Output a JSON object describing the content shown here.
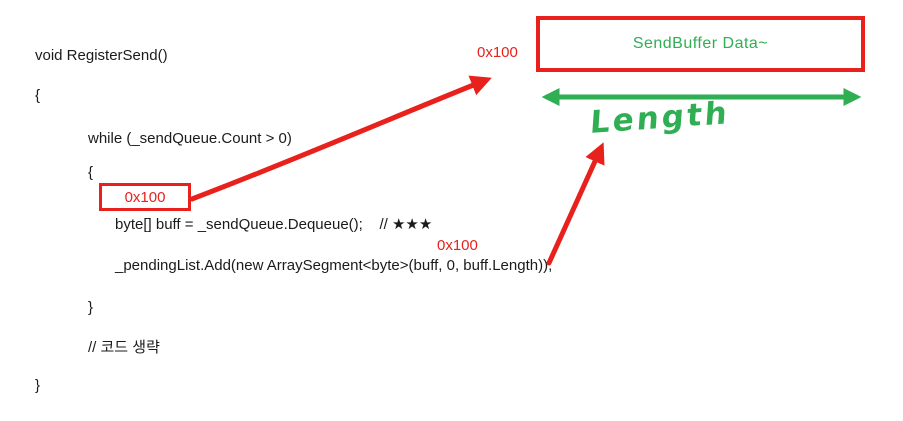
{
  "diagram": {
    "code": {
      "line_signature": "void RegisterSend()",
      "line_open_brace": "{",
      "line_while": "while (_sendQueue.Count > 0)",
      "line_while_open_brace": "{",
      "hex_box_label": "0x100",
      "line_dequeue": "byte[] buff = _sendQueue.Dequeue();    // ★★★",
      "hex_label_mid": "0x100",
      "line_pending": "_pendingList.Add(new ArraySegment<byte>(buff, 0, buff.Length));",
      "line_while_close_brace": "}",
      "line_comment_omitted": "// 코드 생략",
      "line_close_brace": "}"
    },
    "buffer": {
      "hex_label_top": "0x100",
      "box_label": "SendBuffer Data~",
      "length_label": "Length"
    },
    "colors": {
      "annotation_red": "#e8211c",
      "annotation_green": "#2fae54",
      "code_text": "#1b1b1b"
    }
  }
}
